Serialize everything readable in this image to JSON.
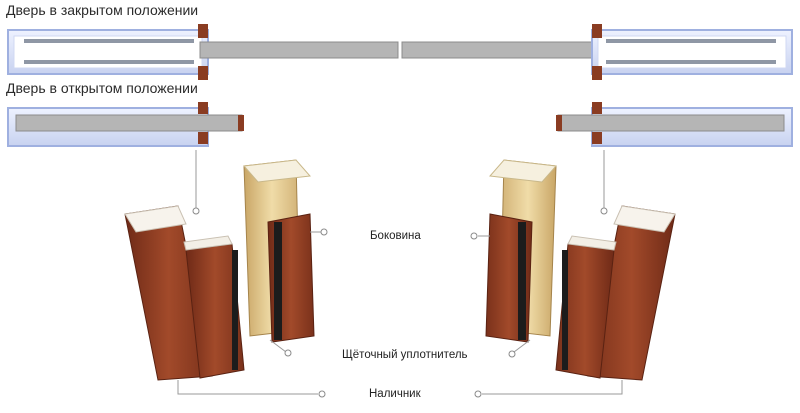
{
  "headings": {
    "closed": "Дверь в закрытом положении",
    "open": "Дверь в открытом положении"
  },
  "callouts": {
    "side_panel": "Боковина",
    "brush_seal": "Щёточный уплотнитель",
    "casing": "Наличник"
  },
  "colors": {
    "frame_blue": "#b9c6ea",
    "panel_gray": "#b5b5b5",
    "wood_dark": "#8a3c22",
    "wood_light": "#e3c98d",
    "seal_black": "#1c1c1c"
  }
}
